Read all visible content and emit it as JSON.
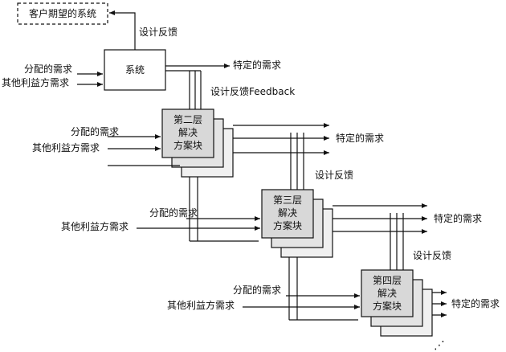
{
  "customer_box": "客户期望的系统",
  "feedback_top": "设计反馈",
  "level1": {
    "box": "系统",
    "in_allocated": "分配的需求",
    "in_other": "其他利益方需求",
    "out_specific": "特定的需求",
    "feedback": "设计反馈Feedback"
  },
  "level2": {
    "box_lines": [
      "第二层",
      "解决",
      "方案块"
    ],
    "in_allocated": "分配的需求",
    "in_other": "其他利益方需求",
    "out_specific": "特定的需求",
    "feedback": "设计反馈"
  },
  "level3": {
    "box_lines": [
      "第三层",
      "解决",
      "方案块"
    ],
    "in_allocated": "分配的需求",
    "in_other": "其他利益方需求",
    "out_specific": "特定的需求",
    "feedback": "设计反馈"
  },
  "level4": {
    "box_lines": [
      "第四层",
      "解决",
      "方案块"
    ],
    "in_allocated": "分配的需求",
    "in_other": "其他利益方需求",
    "out_specific": "特定的需求"
  },
  "continuation": "⋰"
}
